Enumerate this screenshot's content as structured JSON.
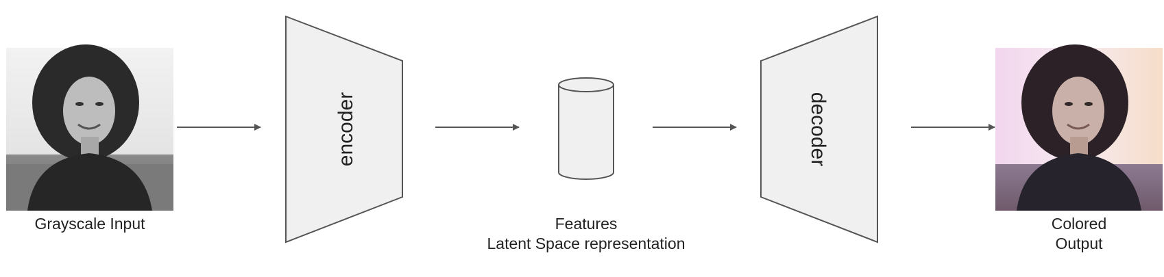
{
  "input": {
    "caption": "Grayscale Input",
    "image_desc": "grayscale-portrait"
  },
  "encoder": {
    "label": "encoder"
  },
  "latent": {
    "caption_line1": "Features",
    "caption_line2": "Latent Space representation"
  },
  "decoder": {
    "label": "decoder"
  },
  "output": {
    "caption_line1": "Colored",
    "caption_line2": "Output",
    "image_desc": "colorized-portrait"
  },
  "colors": {
    "shape_fill": "#f0f0f0",
    "shape_stroke": "#555555",
    "arrow": "#555555",
    "text": "#222222"
  }
}
